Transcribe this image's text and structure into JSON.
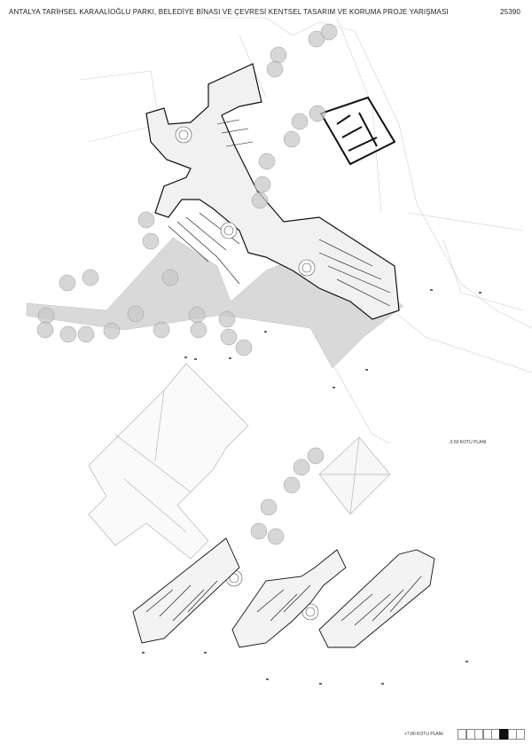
{
  "header": {
    "title": "ANTALYA TARİHSEL KARAALİOĞLU PARKI, BELEDİYE BİNASI VE ÇEVRESİ KENTSEL TASARIM VE KORUMA PROJE YARIŞMASI",
    "code": "25390"
  },
  "plans": {
    "lower_label": "-3.50 KOTU PLANI",
    "upper_label": "+7.80 KOTU PLANI"
  },
  "sheet_index": {
    "total": 8,
    "active": 6
  },
  "colors": {
    "plaza_fill": "#d9d9d9",
    "tree_fill": "#c8c8c8",
    "wall": "#111111",
    "outline": "#bdbdbd"
  }
}
